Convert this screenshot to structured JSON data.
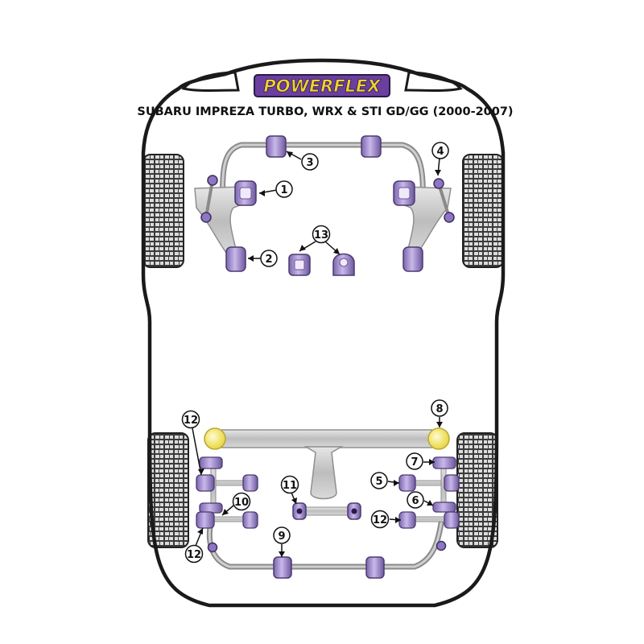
{
  "brand": {
    "logo_text": "POWERFLEX",
    "vehicle_title": "SUBARU IMPREZA TURBO, WRX & STI GD/GG (2000-2007)"
  },
  "callouts": {
    "c1": "1",
    "c2": "2",
    "c3": "3",
    "c4": "4",
    "c5": "5",
    "c6": "6",
    "c7": "7",
    "c8": "8",
    "c9": "9",
    "c10": "10",
    "c11": "11",
    "c12a": "12",
    "c12b": "12",
    "c12c": "12",
    "c13": "13"
  },
  "colors": {
    "bushing_purple": "#9f8ac6",
    "bushing_dark": "#5d4a8c",
    "bushing_yellow": "#f5e86a",
    "steel": "#c9cacc",
    "tyre": "#2e2e2e",
    "logo_yellow": "#f2d22e",
    "logo_purple": "#6b3fa0"
  }
}
